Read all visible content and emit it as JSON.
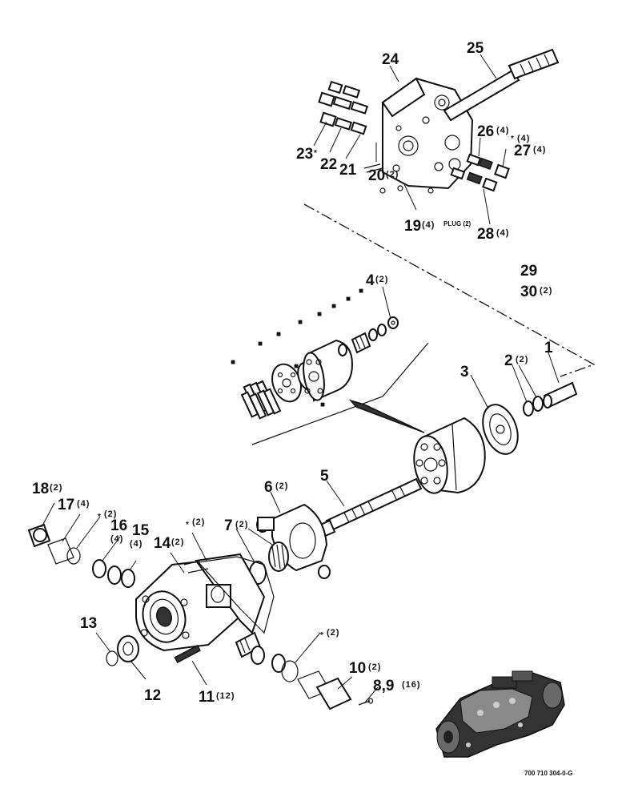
{
  "figure_id": "700 710 304-0-G",
  "callouts": [
    {
      "id": "c1",
      "num": "1",
      "qty": ""
    },
    {
      "id": "c2",
      "num": "2",
      "qty": "(2)"
    },
    {
      "id": "c3",
      "num": "3",
      "qty": ""
    },
    {
      "id": "c4",
      "num": "4",
      "qty": "(2)"
    },
    {
      "id": "c5",
      "num": "5",
      "qty": ""
    },
    {
      "id": "c6",
      "num": "6",
      "qty": "(2)"
    },
    {
      "id": "c7",
      "num": "7",
      "qty": "(2)"
    },
    {
      "id": "c89",
      "num": "8,9",
      "qty": "(16)"
    },
    {
      "id": "c10",
      "num": "10",
      "qty": "(2)"
    },
    {
      "id": "c11",
      "num": "11",
      "qty": "(12)"
    },
    {
      "id": "c12",
      "num": "12",
      "qty": ""
    },
    {
      "id": "c13",
      "num": "13",
      "qty": ""
    },
    {
      "id": "c14",
      "num": "14",
      "qty": "(2)"
    },
    {
      "id": "c15",
      "num": "15",
      "qty": "(4)"
    },
    {
      "id": "c16",
      "num": "16",
      "qty": "(4)"
    },
    {
      "id": "c17",
      "num": "17",
      "qty": "(4)"
    },
    {
      "id": "c18",
      "num": "18",
      "qty": "(2)"
    },
    {
      "id": "c19",
      "num": "19",
      "qty": "(4)"
    },
    {
      "id": "c20",
      "num": "20",
      "qty": "(2)"
    },
    {
      "id": "c21",
      "num": "21",
      "qty": ""
    },
    {
      "id": "c22",
      "num": "22",
      "qty": ""
    },
    {
      "id": "c23",
      "num": "23",
      "qty": ""
    },
    {
      "id": "c24",
      "num": "24",
      "qty": ""
    },
    {
      "id": "c25",
      "num": "25",
      "qty": ""
    },
    {
      "id": "c26",
      "num": "26",
      "qty": "(4)"
    },
    {
      "id": "c27",
      "num": "27",
      "qty": "(4)"
    },
    {
      "id": "c28",
      "num": "28",
      "qty": "(4)"
    },
    {
      "id": "c29",
      "num": "29",
      "qty": ""
    },
    {
      "id": "c30",
      "num": "30",
      "qty": "(2)"
    }
  ],
  "annotations": {
    "plug": "PLUG (2)",
    "star": "*",
    "star_qty_2": "(2)",
    "star_qty_4": "(4)",
    "bullet": "■"
  }
}
